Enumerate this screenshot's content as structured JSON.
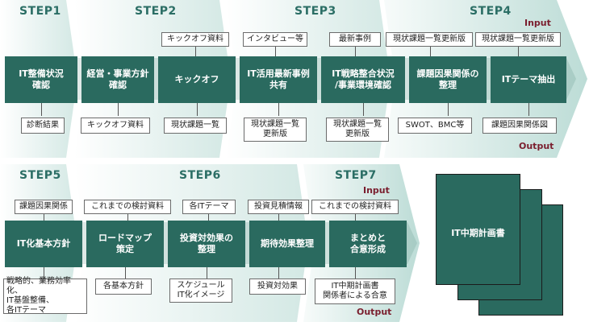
{
  "steps": {
    "s1": "STEP1",
    "s2": "STEP2",
    "s3": "STEP3",
    "s4": "STEP4",
    "s5": "STEP5",
    "s6": "STEP6",
    "s7": "STEP7"
  },
  "io": {
    "input": "Input",
    "output": "Output"
  },
  "row1": {
    "processes": {
      "p1": "IT整備状況\n確認",
      "p2": "経営・事業方針\n確認",
      "p3": "キックオフ",
      "p4": "IT活用最新事例\n共有",
      "p5": "IT戦略整合状況\n/事業環境確認",
      "p6": "課題因果関係の\n整理",
      "p7": "ITテーマ抽出"
    },
    "inputs": {
      "i3": "キックオフ資料",
      "i4": "インタビュー等",
      "i5": "最新事例",
      "i6": "現状課題一覧更新版",
      "i7": "現状課題一覧更新版"
    },
    "outputs": {
      "o1": "診断結果",
      "o2": "キックオフ資料",
      "o3": "現状課題一覧",
      "o4": "現状課題一覧\n更新版",
      "o5": "現状課題一覧\n更新版",
      "o6": "SWOT、BMC等",
      "o7": "課題因果関係図"
    }
  },
  "row2": {
    "processes": {
      "p1": "IT化基本方針",
      "p2": "ロードマップ\n策定",
      "p3": "投資対効果の\n整理",
      "p4": "期待効果整理",
      "p5": "まとめと\n合意形成"
    },
    "inputs": {
      "i1": "課題因果関係",
      "i2": "これまでの検討資料",
      "i3": "各ITテーマ",
      "i4": "投資見積情報",
      "i5": "これまでの検討資料"
    },
    "outputs": {
      "o1": "戦略的、業務効率化、\nIT基盤整備、\n各ITテーマ",
      "o2": "各基本方針",
      "o3": "スケジュール\nIT化イメージ",
      "o4": "投資対効果",
      "o5": "IT中期計画書\n関係者による合意"
    }
  },
  "plan": {
    "label": "IT中期計画書"
  },
  "colors": {
    "process": "#2a6a5f",
    "chevron_light": "#e8f3f1",
    "chevron_mid": "#cfe5e1",
    "step_text": "#2b6e65",
    "io_text": "#7a1e2e"
  }
}
